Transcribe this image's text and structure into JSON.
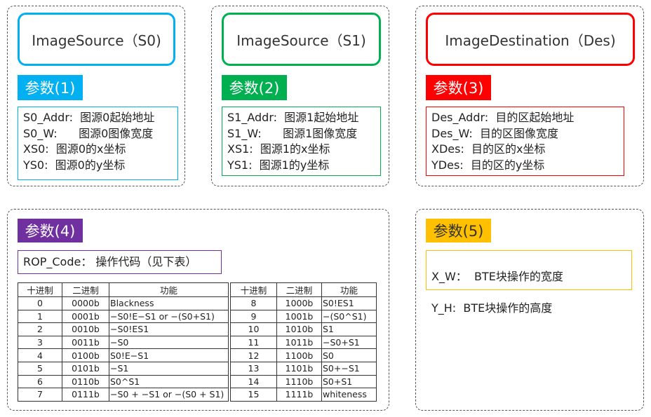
{
  "sources": [
    {
      "title": "ImageSource（S0)",
      "tag": "参数(1)",
      "color": "#00b0f0",
      "lines": [
        "S0_Addr:  图源0起始地址",
        "S0_W:      图源0图像宽度",
        "XS0:  图源0的x坐标",
        "YS0:  图源0的y坐标"
      ]
    },
    {
      "title": "ImageSource（S1)",
      "tag": "参数(2)",
      "color": "#00b050",
      "lines": [
        "S1_Addr:  图源1起始地址",
        "S1_W:      图源1图像宽度",
        "XS1:  图源1的x坐标",
        "YS1:  图源1的y坐标"
      ]
    },
    {
      "title": "ImageDestination（Des)",
      "tag": "参数(3)",
      "color": "#ff0000",
      "lines": [
        "Des_Addr:  目的区起始地址",
        "Des_W:  目的区图像宽度",
        "XDes:  目的区的x坐标",
        "YDes:  目的区的y坐标"
      ]
    }
  ],
  "rop": {
    "tag": "参数(4)",
    "color": "#7030a0",
    "line": "ROP_Code： 操作代码（见下表）",
    "headers": [
      "十进制",
      "二进制",
      "功能"
    ],
    "left": [
      [
        "0",
        "0000b",
        "Blackness"
      ],
      [
        "1",
        "0001b",
        "−S0!E−S1 or −(S0+S1)"
      ],
      [
        "2",
        "0010b",
        "−S0!ES1"
      ],
      [
        "3",
        "0011b",
        "−S0"
      ],
      [
        "4",
        "0100b",
        "S0!E−S1"
      ],
      [
        "5",
        "0101b",
        "−S1"
      ],
      [
        "6",
        "0110b",
        "S0^S1"
      ],
      [
        "7",
        "0111b",
        "−S0 + −S1 or −(S0 + S1)"
      ]
    ],
    "right": [
      [
        "8",
        "1000b",
        "S0!ES1"
      ],
      [
        "9",
        "1001b",
        "−(S0^S1)"
      ],
      [
        "10",
        "1010b",
        "S1"
      ],
      [
        "11",
        "1011b",
        "−S0+S1"
      ],
      [
        "12",
        "1100b",
        "S0"
      ],
      [
        "13",
        "1101b",
        "S0+−S1"
      ],
      [
        "14",
        "1110b",
        "S0+S1"
      ],
      [
        "15",
        "1111b",
        "whiteness"
      ]
    ]
  },
  "block": {
    "tag": "参数(5)",
    "color": "#ffc000",
    "lines": [
      "X_W：  BTE块操作的宽度",
      "Y_H:  BTE块操作的高度"
    ]
  }
}
